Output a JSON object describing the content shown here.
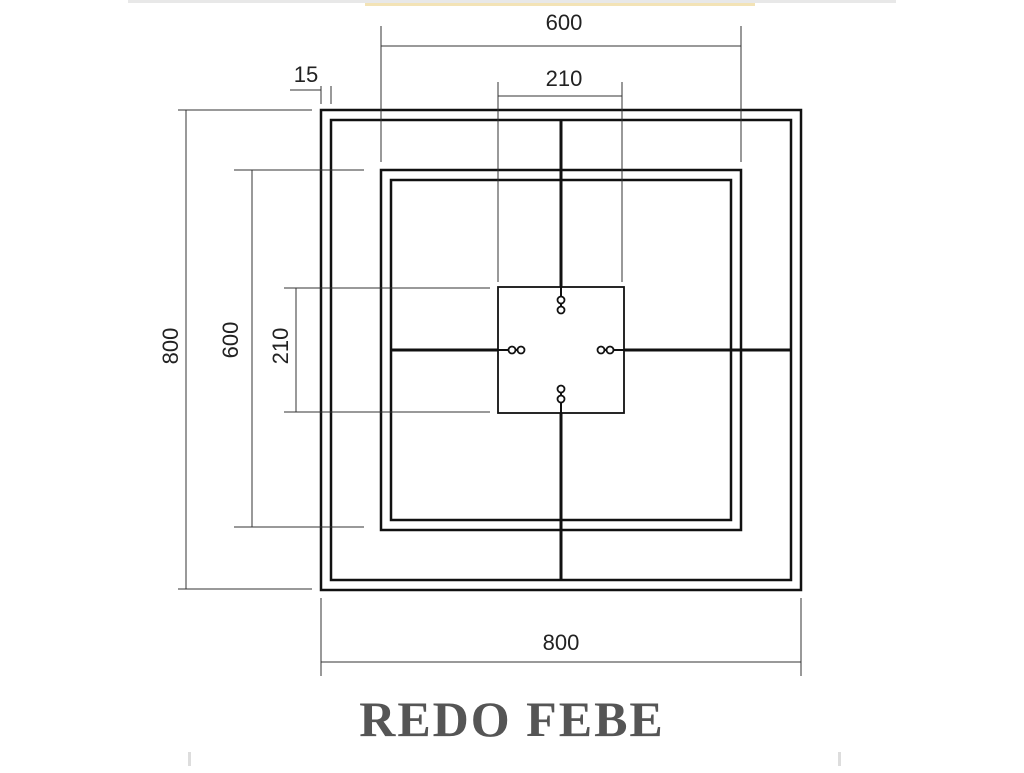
{
  "drawing": {
    "dimensions": {
      "outer_width": "800",
      "outer_height": "800",
      "inner_width": "600",
      "inner_height": "600",
      "center_width": "210",
      "center_height": "210",
      "frame_offset": "15"
    }
  },
  "caption": "REDO FEBE",
  "colors": {
    "line": "#111111",
    "dimension_line": "#333333",
    "caption": "#555555",
    "top_accent": "#f3e3b6"
  }
}
